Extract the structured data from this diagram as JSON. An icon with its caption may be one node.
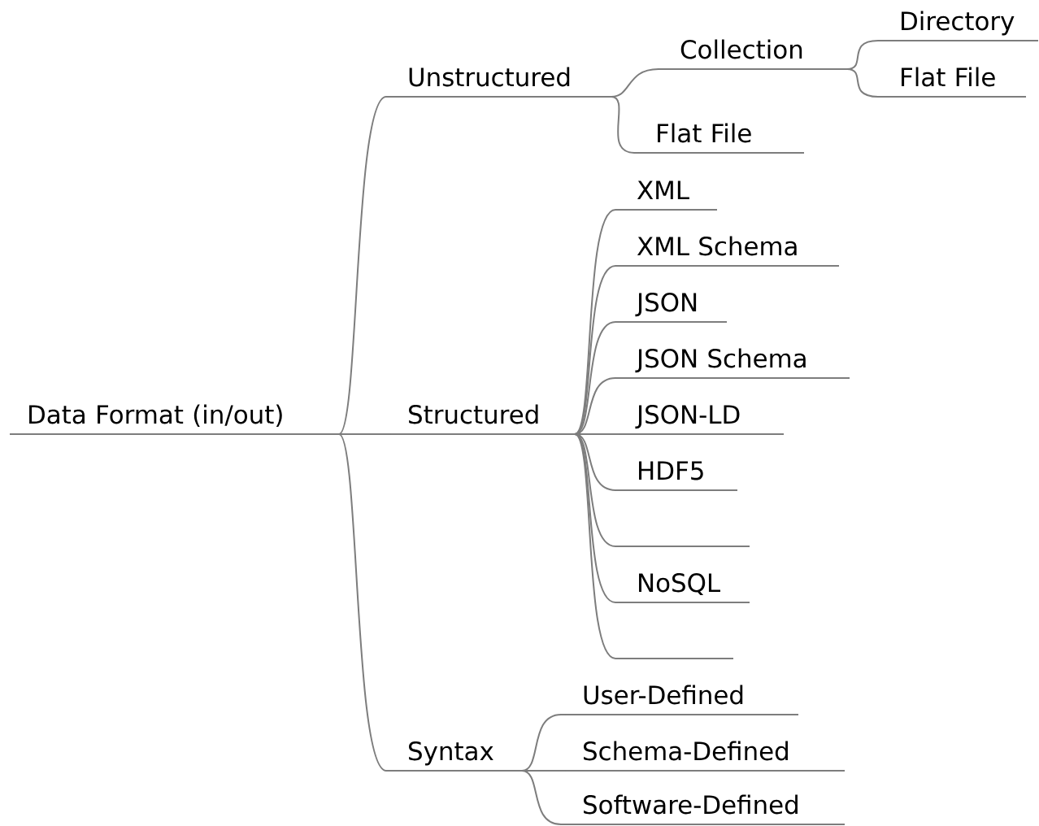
{
  "diagram": {
    "nodes": [
      {
        "text": [
          "Data Format (in/out)"
        ]
      },
      {
        "text": [
          "Unstructured"
        ]
      },
      {
        "text": [
          "Collection"
        ]
      },
      {
        "text": [
          "Directory"
        ]
      },
      {
        "text": [
          "Flat File"
        ]
      },
      {
        "text": [
          "Flat File"
        ]
      },
      {
        "text": [
          "Structured"
        ]
      },
      {
        "text": [
          "XML"
        ]
      },
      {
        "text": [
          "XML Schema"
        ]
      },
      {
        "text": [
          "JSON"
        ]
      },
      {
        "text": [
          "JSON Schema"
        ]
      },
      {
        "text": [
          "JSON-LD"
        ]
      },
      {
        "text": [
          "HDF5"
        ]
      },
      {
        "text": [],
        "shape": "line"
      },
      {
        "text": [
          "NoSQL"
        ]
      },
      {
        "text": [],
        "shape": "line"
      },
      {
        "text": [
          "Syntax"
        ]
      },
      {
        "text": [
          "User-Defined"
        ]
      },
      {
        "text": [
          "Schema-Defined"
        ]
      },
      {
        "text": [
          "Software-Defined"
        ]
      }
    ],
    "edges": [
      {
        "from": 0,
        "to": 1,
        "arrow": "none"
      },
      {
        "from": 1,
        "to": 2,
        "arrow": "none"
      },
      {
        "from": 2,
        "to": 3,
        "arrow": "none"
      },
      {
        "from": 2,
        "to": 4,
        "arrow": "none"
      },
      {
        "from": 1,
        "to": 5,
        "arrow": "none"
      },
      {
        "from": 0,
        "to": 6,
        "arrow": "none"
      },
      {
        "from": 6,
        "to": 7,
        "arrow": "none"
      },
      {
        "from": 6,
        "to": 8,
        "arrow": "none"
      },
      {
        "from": 6,
        "to": 9,
        "arrow": "none"
      },
      {
        "from": 6,
        "to": 10,
        "arrow": "none"
      },
      {
        "from": 6,
        "to": 11,
        "arrow": "none"
      },
      {
        "from": 6,
        "to": 12,
        "arrow": "none"
      },
      {
        "from": 6,
        "to": 13,
        "arrow": "none"
      },
      {
        "from": 6,
        "to": 14,
        "arrow": "none"
      },
      {
        "from": 6,
        "to": 15,
        "arrow": "none"
      },
      {
        "from": 0,
        "to": 16,
        "arrow": "none"
      },
      {
        "from": 16,
        "to": 17,
        "arrow": "none"
      },
      {
        "from": 16,
        "to": 18,
        "arrow": "none"
      },
      {
        "from": 16,
        "to": 19,
        "arrow": "none"
      }
    ]
  }
}
